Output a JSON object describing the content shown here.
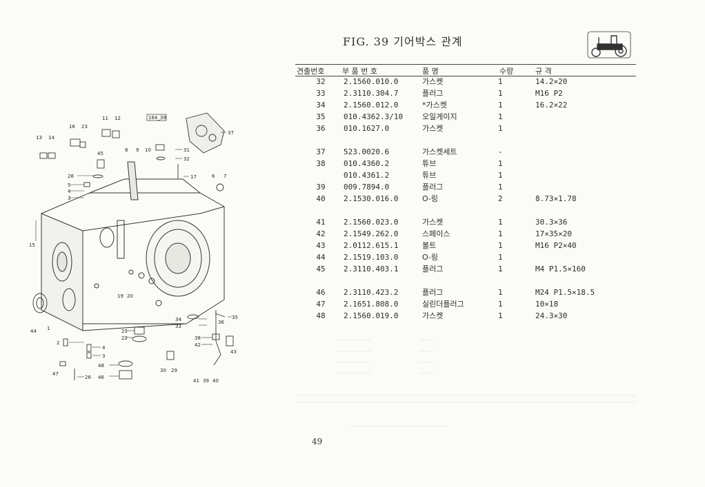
{
  "figure": {
    "title": "FIG. 39 기어박스 관계",
    "code": "164_39",
    "page_number": "49"
  },
  "table": {
    "headers": [
      "견출번호",
      "부 품 번 호",
      "품       명",
      "수량",
      "규        격"
    ],
    "rows": [
      {
        "no": "32",
        "part": "2.1560.010.0",
        "name": "가스켓",
        "qty": "1",
        "spec": "14.2×20"
      },
      {
        "no": "33",
        "part": "2.3110.304.7",
        "name": "플러그",
        "qty": "1",
        "spec": "M16 P2"
      },
      {
        "no": "34",
        "part": "2.1560.012.0",
        "name": "*가스켓",
        "qty": "1",
        "spec": "16.2×22"
      },
      {
        "no": "35",
        "part": "010.4362.3/10",
        "name": "오일게이지",
        "qty": "1",
        "spec": ""
      },
      {
        "no": "36",
        "part": "010.1627.0",
        "name": "가스켓",
        "qty": "1",
        "spec": ""
      },
      {
        "no": "37",
        "part": "523.0020.6",
        "name": "가스켓세트",
        "qty": "-",
        "spec": ""
      },
      {
        "no": "38",
        "part": "010.4360.2",
        "name": "튜브",
        "qty": "1",
        "spec": ""
      },
      {
        "no": "",
        "part": "010.4361.2",
        "name": "튜브",
        "qty": "1",
        "spec": ""
      },
      {
        "no": "39",
        "part": "009.7894.0",
        "name": "플러그",
        "qty": "1",
        "spec": ""
      },
      {
        "no": "40",
        "part": "2.1530.016.0",
        "name": "O-링",
        "qty": "2",
        "spec": "8.73×1.78"
      },
      {
        "no": "41",
        "part": "2.1560.023.0",
        "name": "가스켓",
        "qty": "1",
        "spec": "30.3×36"
      },
      {
        "no": "42",
        "part": "2.1549.262.0",
        "name": "스페이스",
        "qty": "1",
        "spec": "17×35×20"
      },
      {
        "no": "43",
        "part": "2.0112.615.1",
        "name": "볼트",
        "qty": "1",
        "spec": "M16 P2×40"
      },
      {
        "no": "44",
        "part": "2.1519.103.0",
        "name": "O-링",
        "qty": "1",
        "spec": ""
      },
      {
        "no": "45",
        "part": "2.3110.403.1",
        "name": "플러그",
        "qty": "1",
        "spec": "M4 P1.5×160"
      },
      {
        "no": "46",
        "part": "2.3110.423.2",
        "name": "플러그",
        "qty": "1",
        "spec": "M24 P1.5×18.5"
      },
      {
        "no": "47",
        "part": "2.1651.808.0",
        "name": "실린더플러그",
        "qty": "1",
        "spec": "10×18"
      },
      {
        "no": "48",
        "part": "2.1560.019.0",
        "name": "가스켓",
        "qty": "1",
        "spec": "24.3×30"
      }
    ]
  },
  "diagram_labels": {
    "l11": "11",
    "l12": "12",
    "l16": "16",
    "l23": "23",
    "l13": "13",
    "l14": "14",
    "l45": "45",
    "l8": "8",
    "l9": "9",
    "l10": "10",
    "l31": "31",
    "l32": "32",
    "l37": "37",
    "l28": "28",
    "l17": "17",
    "l6": "6",
    "l7": "7",
    "l5": "5",
    "l4": "4",
    "l3": "3",
    "l15": "15",
    "l19": "19",
    "l20": "20",
    "l34": "34",
    "l33": "33",
    "l35": "35",
    "l36": "36",
    "l44": "44",
    "l1": "1",
    "l21": "21",
    "l22": "22",
    "l38": "38",
    "l42": "42",
    "l43": "43",
    "l2": "2",
    "l4b": "4",
    "l3b": "3",
    "l48": "48",
    "l30": "30",
    "l29": "29",
    "l47": "47",
    "l26": "26",
    "l46": "46",
    "l41": "41",
    "l39": "39",
    "l40": "40"
  }
}
